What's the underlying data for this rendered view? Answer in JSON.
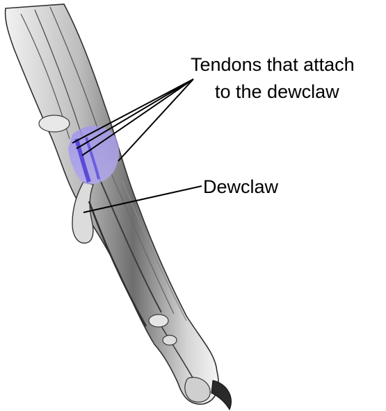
{
  "labels": {
    "tendons_line1": "Tendons that attach",
    "tendons_line2": "to the dewclaw",
    "dewclaw": "Dewclaw"
  },
  "colors": {
    "background": "#ffffff",
    "tendon_highlight": "#7b6cf0",
    "tendon_dark": "#4b3bd6",
    "bone_light": "#e6e6e6",
    "bone_mid": "#a8a8a8",
    "bone_dark": "#3a3a3a",
    "leader_line": "#000000"
  }
}
